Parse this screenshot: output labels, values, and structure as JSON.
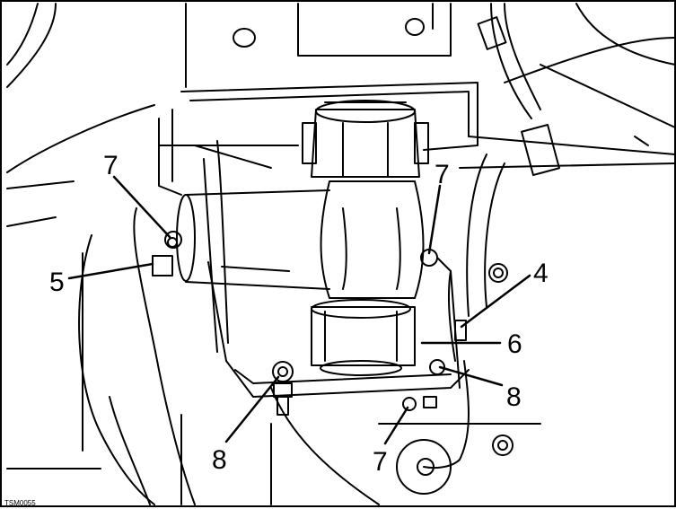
{
  "figure": {
    "code": "TSM0055",
    "callouts": {
      "c7_top_left": "7",
      "c7_top_right": "7",
      "c7_bottom": "7",
      "c5": "5",
      "c4": "4",
      "c6": "6",
      "c8_bottom_left": "8",
      "c8_right": "8"
    }
  }
}
